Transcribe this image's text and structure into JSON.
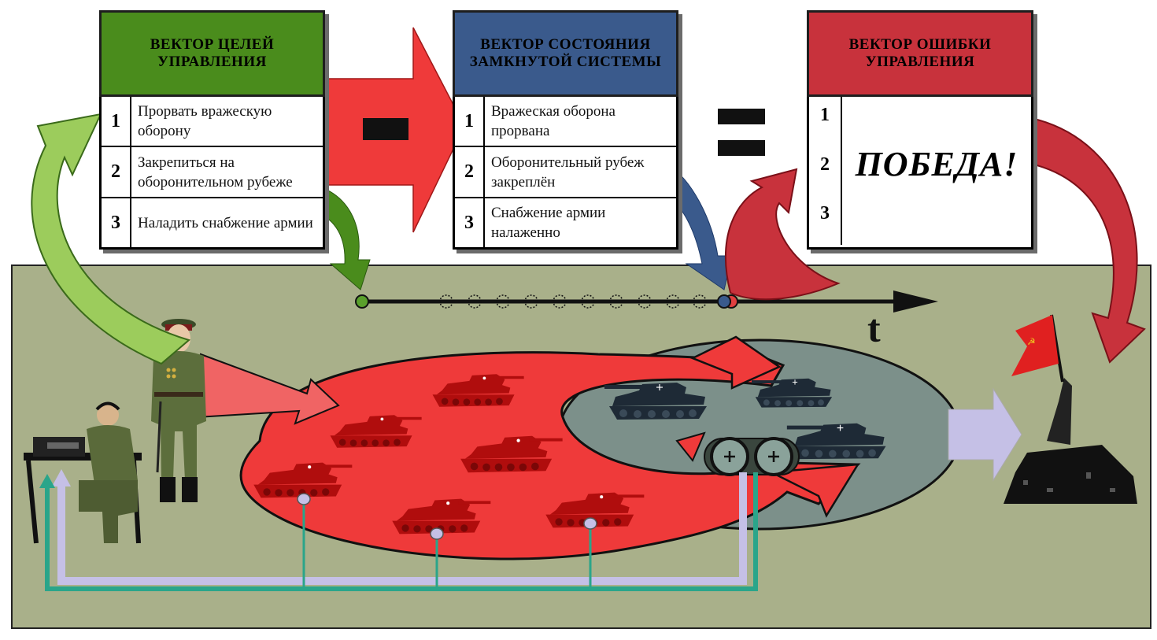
{
  "goals_box": {
    "title": "ВЕКТОР ЦЕЛЕЙ УПРАВЛЕНИЯ",
    "header_color": "#4a8c1c",
    "rows": [
      {
        "num": "1",
        "text": "Прорвать вражескую оборону"
      },
      {
        "num": "2",
        "text": "Закрепиться на оборонительном рубеже"
      },
      {
        "num": "3",
        "text": "Наладить снабжение армии"
      }
    ]
  },
  "state_box": {
    "title": "ВЕКТОР СОСТОЯНИЯ ЗАМКНУТОЙ СИСТЕМЫ",
    "header_color": "#3a5a8c",
    "rows": [
      {
        "num": "1",
        "text": "Вражеская оборона прорвана"
      },
      {
        "num": "2",
        "text": "Оборонительный рубеж закреплён"
      },
      {
        "num": "3",
        "text": "Снабжение армии налаженно"
      }
    ]
  },
  "error_box": {
    "title": "ВЕКТОР ОШИБКИ УПРАВЛЕНИЯ",
    "header_color": "#c8323c",
    "nums": [
      "1",
      "2",
      "3"
    ],
    "text": "ПОБЕДА!"
  },
  "operators": {
    "minus": "minus-sign",
    "equals": "equals-sign"
  },
  "timeline": {
    "axis_label": "t"
  },
  "colors": {
    "field": "#a9b08a",
    "friendly_zone": "#ef3a3a",
    "enemy_zone": "#7c908a",
    "friendly_tank": "#b00d0d",
    "enemy_tank": "#1e2a36",
    "feedback_teal": "#2aa58a",
    "feedback_lilac": "#c5c0e6",
    "goal_arrow": "#9ccc5c",
    "error_arrow": "#c8323c"
  },
  "icons": [
    "soldier-officer",
    "radio-operator",
    "tank-friendly",
    "tank-enemy",
    "wheel-sensor",
    "victory-flag-monument"
  ]
}
